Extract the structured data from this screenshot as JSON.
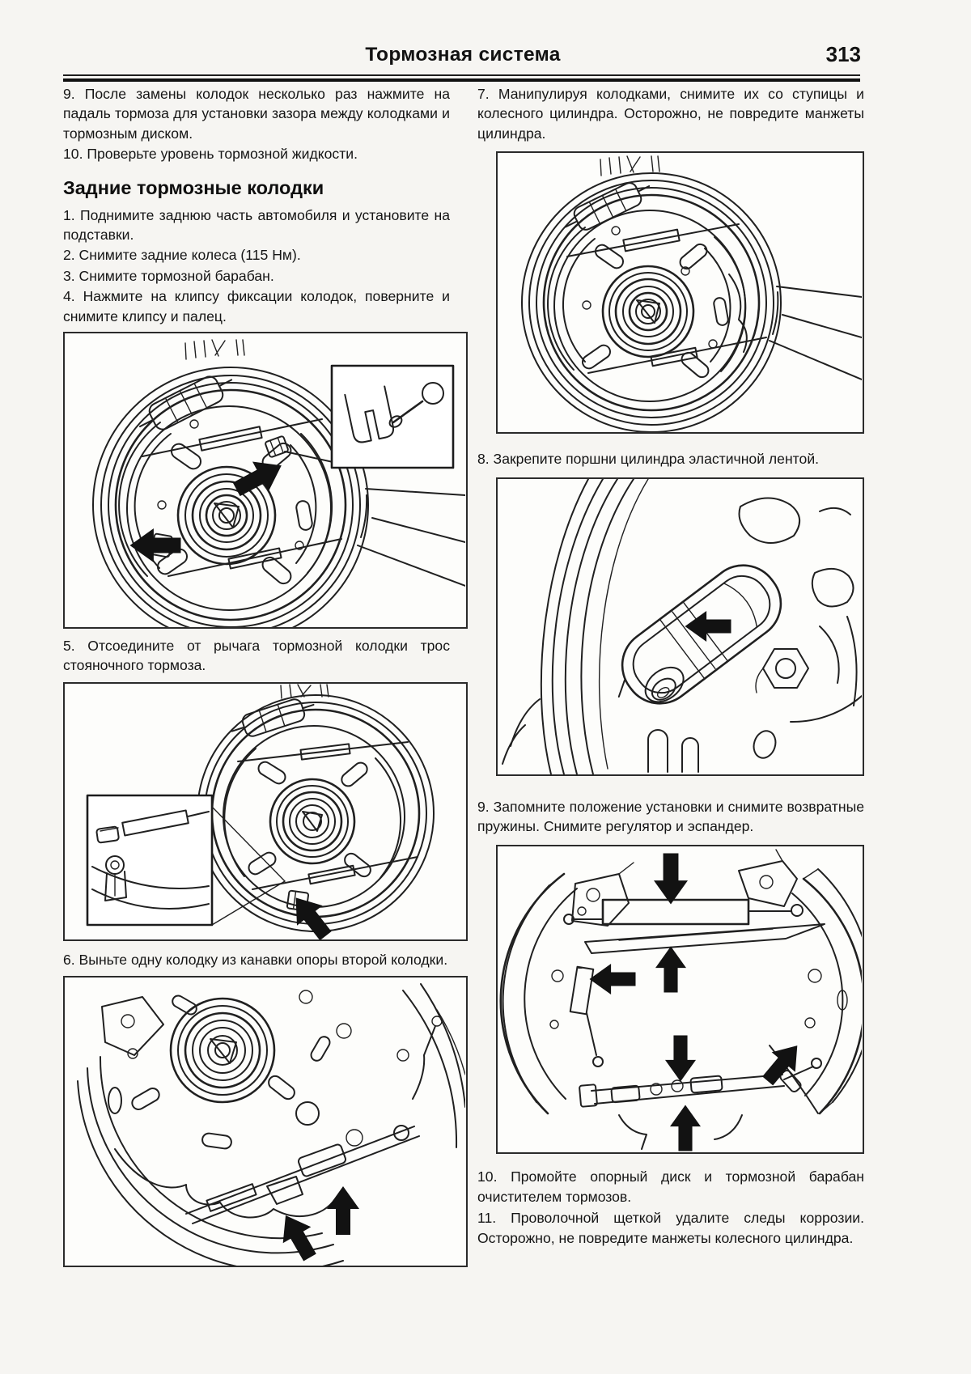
{
  "header": {
    "title": "Тормозная система",
    "page_number": "313"
  },
  "left": {
    "p9": "9. После замены колодок несколько раз нажмите на падаль тормоза для установки зазора между колодками и тормозным диском.",
    "p10": "10. Проверьте уровень тормозной жидкости.",
    "heading": "Задние тормозные колодки",
    "s1": "1. Поднимите заднюю часть автомобиля и установите на подставки.",
    "s2": "2. Снимите задние колеса (115 Нм).",
    "s3": "3. Снимите тормозной барабан.",
    "s4": "4. Нажмите на клипсу фиксации колодок, поверните и снимите клипсу и палец.",
    "c5": "5. Отсоедините от рычага тормозной колодки трос стояночного тормоза.",
    "c6": "6. Выньте одну колодку из канавки опоры второй колодки."
  },
  "right": {
    "c7": "7. Манипулируя колодками, снимите их со ступицы и колесного цилиндра. Осторожно, не повредите манжеты цилиндра.",
    "c8": "8. Закрепите поршни цилиндра эластичной лентой.",
    "c9": "9. Запомните положение установки и снимите возвратные пружины. Снимите регулятор и эспандер.",
    "c10": "10. Промойте опорный диск и тормозной барабан очистителем тормозов.",
    "c11": "11. Проволочной щеткой удалите следы коррозии. Осторожно, не повредите манжеты колесного цилиндра."
  }
}
